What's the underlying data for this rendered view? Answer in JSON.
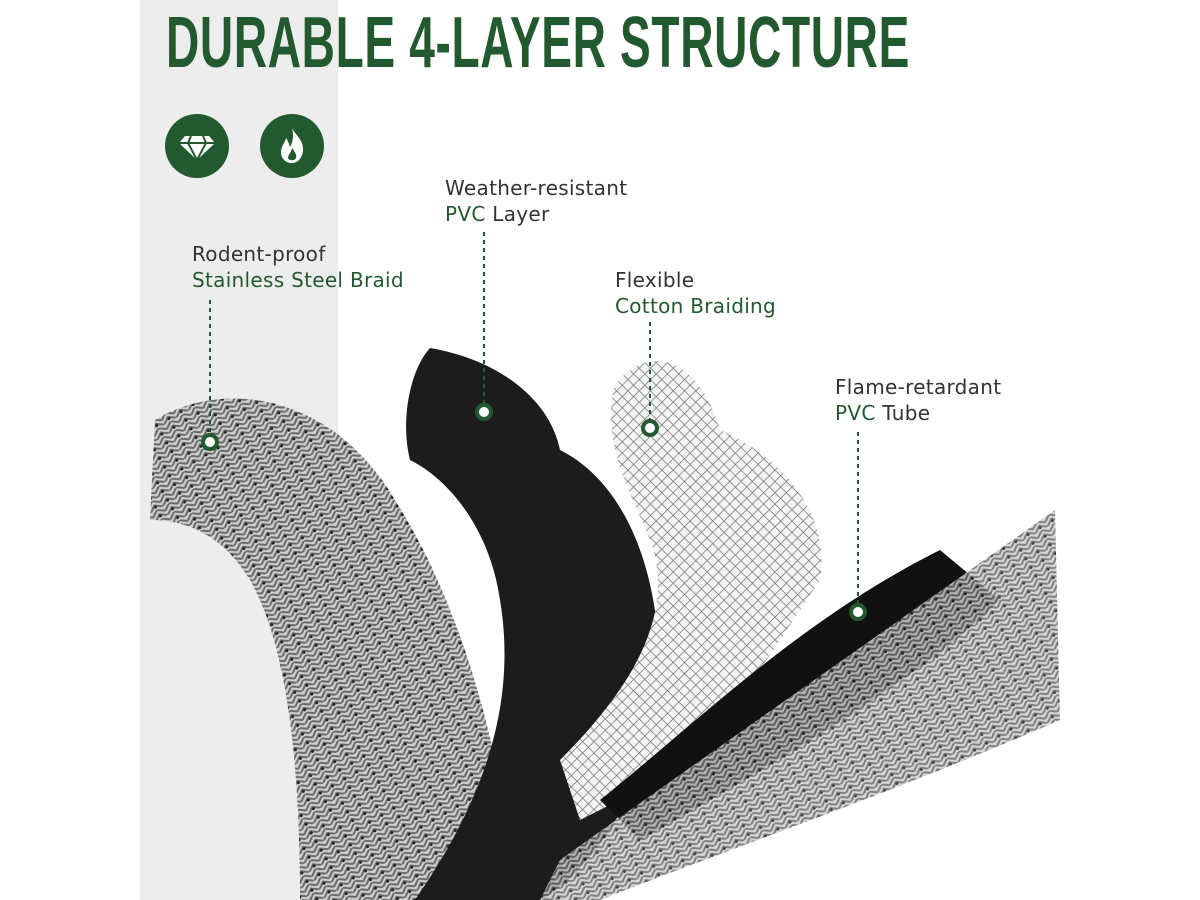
{
  "title": "DURABLE 4-LAYER STRUCTURE",
  "icons": [
    "diamond-icon",
    "flame-icon"
  ],
  "colors": {
    "accent": "#22592f",
    "panel": "#ededed"
  },
  "callouts": [
    {
      "line1": "Rodent-proof",
      "line2": "Stainless Steel Braid"
    },
    {
      "line1": "Weather-resistant",
      "line2_accent": "PVC",
      "line2_rest": " Layer"
    },
    {
      "line1": "Flexible",
      "line2": "Cotton Braiding"
    },
    {
      "line1": "Flame-retardant",
      "line2_accent": "PVC",
      "line2_rest": " Tube"
    }
  ]
}
